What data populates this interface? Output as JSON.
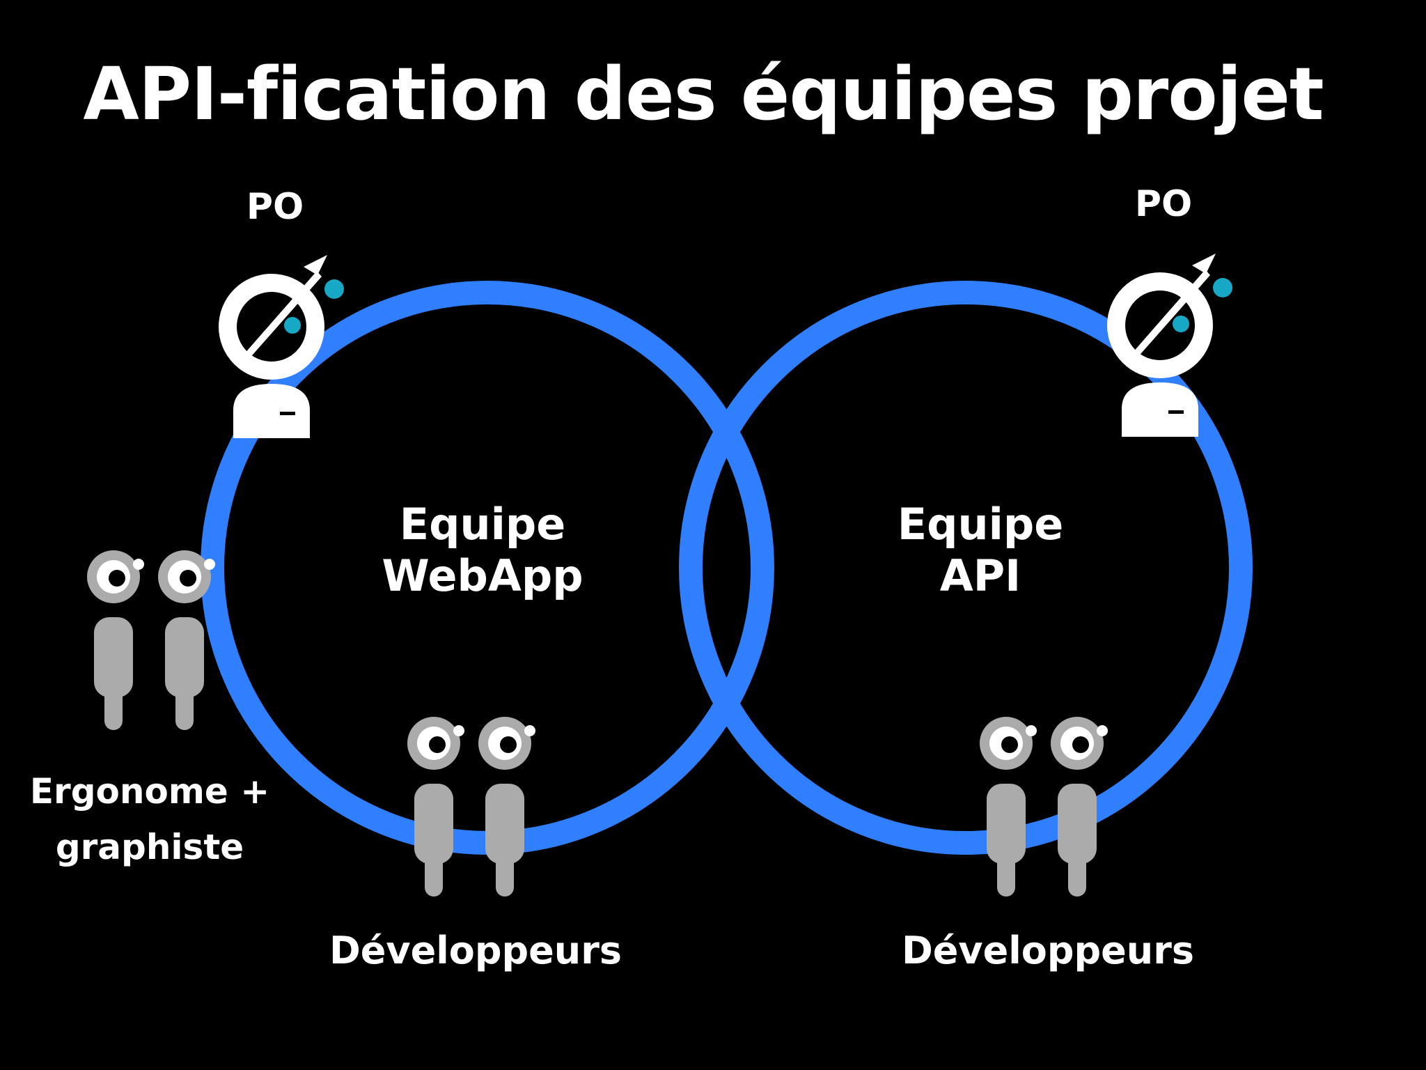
{
  "title": "API-fication des équipes projet",
  "colors": {
    "background": "#000000",
    "ring": "#2F7FFF",
    "text": "#FFFFFF",
    "person_grey": "#ABABAB",
    "po_accent": "#17A8C6"
  },
  "teams": [
    {
      "line1": "Equipe",
      "line2": "WebApp"
    },
    {
      "line1": "Equipe",
      "line2": "API"
    }
  ],
  "po_labels": [
    "PO",
    "PO"
  ],
  "roles": {
    "left_line1": "Ergonome +",
    "left_line2": "graphiste",
    "dev_webapp": "Développeurs",
    "dev_api": "Développeurs"
  },
  "icons": {
    "po": "product-owner-robot-icon",
    "people": "pair-of-people-icon"
  }
}
